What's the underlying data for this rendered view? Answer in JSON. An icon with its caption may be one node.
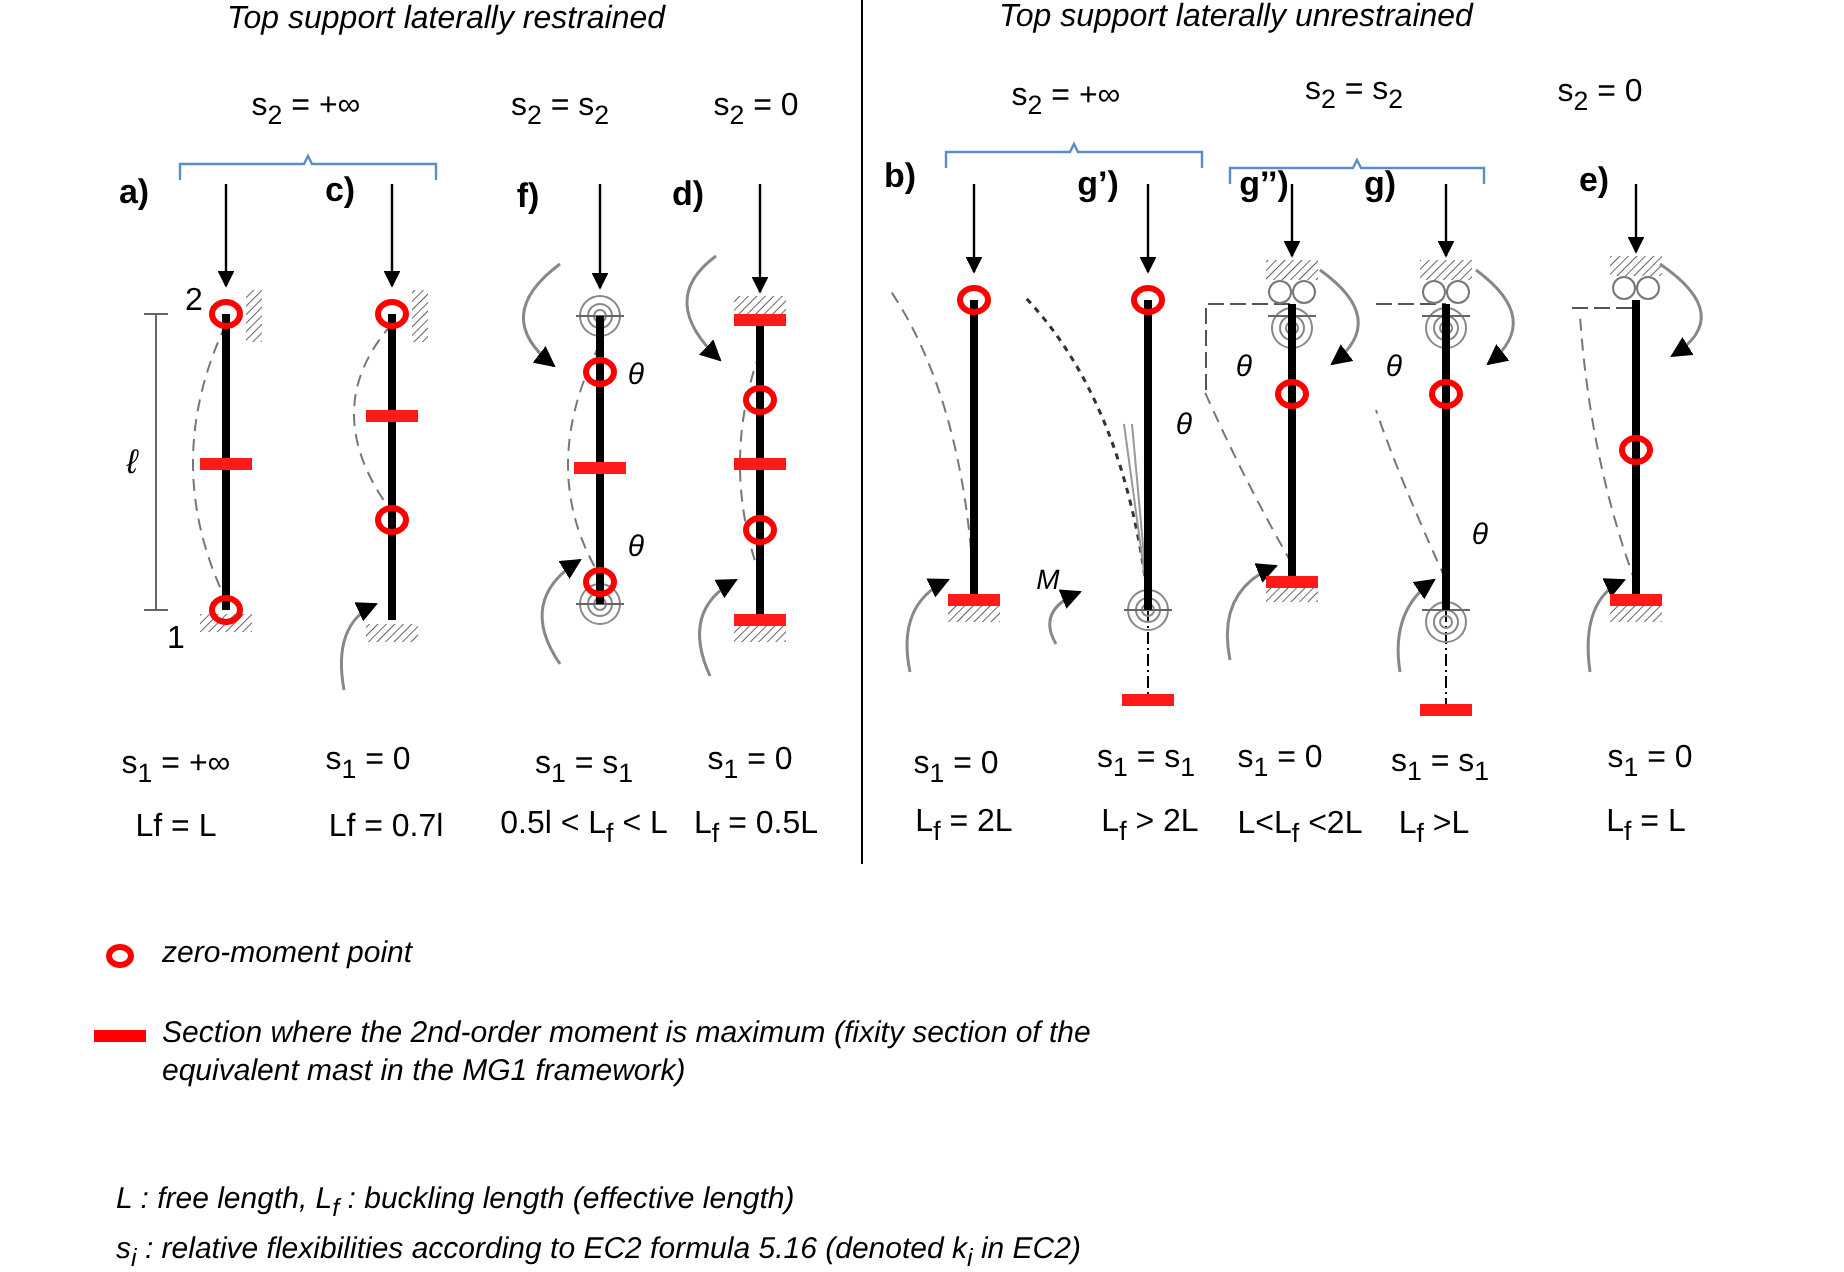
{
  "diagram": {
    "labels": [
      "Top support laterally restrained",
      "Top support laterally unrestrained",
      "s$_{2}$ = +∞",
      "s$_{2}$ = s$_{2}$",
      "s$_{2}$ = 0",
      "s$_{2}$ = +∞",
      "s$_{2}$ = s$_{2}$",
      "s$_{2}$ = 0",
      "a)",
      "c)",
      "f)",
      "d)",
      "b)",
      "g’)",
      "g’’)",
      "g)",
      "e)",
      "2",
      "θ",
      "θ",
      "θ",
      "θ",
      "ℓ",
      "θ",
      "θ",
      "M",
      "1",
      "s$_{1}$ = +∞",
      "s$_{1}$ = 0",
      "s$_{1}$ = s$_{1}$",
      "s$_{1}$ = 0",
      "s$_{1}$ = 0",
      "s$_{1}$ = s$_{1}$",
      "s$_{1}$ = 0",
      "s$_{1}$ = s$_{1}$",
      "s$_{1}$ = 0",
      "Lf = L",
      "Lf = 0.7l",
      "0.5l < L$_{f}$ < L",
      "L$_{f}$ = 0.5L",
      "L$_{f}$ = 2L",
      "L$_{f}$ > 2L",
      "L<L$_{f}$ <2L",
      "L$_{f}$ >L",
      "L$_{f}$ = L",
      "L : free length, L$_{f}$ : buckling length (effective length)",
      "s$_{i}$ : relative flexibilities according to EC2 formula 5.16 (denoted k$_{i}$ in EC2)"
    ],
    "legend": [
      {
        "text": "zero-moment point",
        "color": "#ff0000"
      },
      {
        "text": "Section where the 2nd-order moment is maximum (fixity section of the equivalent mast in the MG1 framework)",
        "color": "#ff0000"
      }
    ]
  }
}
